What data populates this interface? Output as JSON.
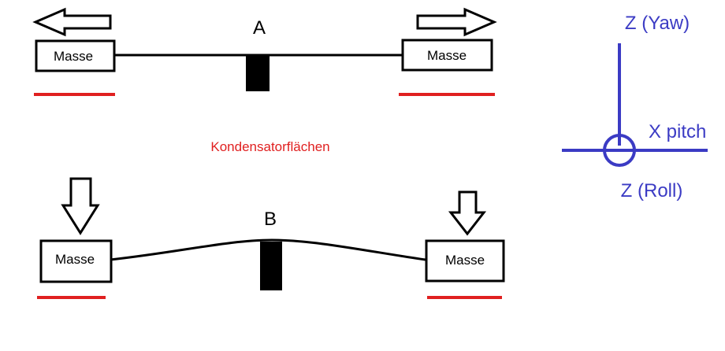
{
  "diagram": {
    "label_a": "A",
    "label_b": "B",
    "mass_label": "Masse",
    "capacitor_label": "Kondensatorflächen",
    "axes": {
      "yaw": "Z (Yaw)",
      "pitch": "X pitch",
      "roll": "Z (Roll)"
    }
  },
  "colors": {
    "outline": "#000000",
    "capacitor": "#e02020",
    "axis": "#3b3bc4"
  }
}
